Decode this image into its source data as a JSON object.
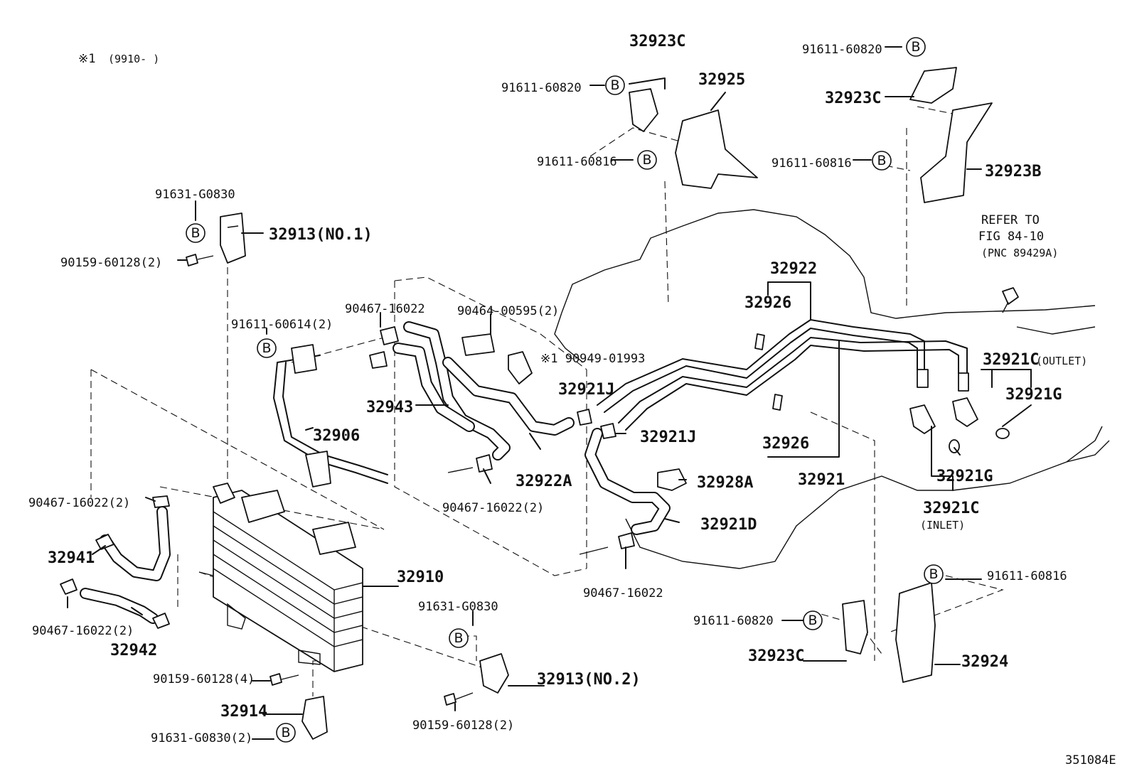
{
  "note": {
    "marker": "※1",
    "text": "(9910-      )"
  },
  "figure_id": "351084E",
  "bolt_marker": "B",
  "refer_note": {
    "line1": "REFER TO",
    "line2": "FIG 84-10",
    "line3": "(PNC 89429A)"
  },
  "labels": {
    "p91611_60820_top": "91611-60820",
    "p91611_60820_tr": "91611-60820",
    "p91611_60816_top": "91611-60816",
    "p91611_60816_tr": "91611-60816",
    "p32923C_top": "32923C",
    "p32925": "32925",
    "p32923C_tr": "32923C",
    "p32923B": "32923B",
    "p91631_G0830_tl": "91631-G0830",
    "p32913_no1": "32913(NO.1)",
    "p90159_60128_2_tl": "90159-60128(2)",
    "p91611_60614_2": "91611-60614(2)",
    "p90467_16022_mid": "90467-16022",
    "p90464_00595_2": "90464-00595(2)",
    "p90949_01993": "※1 90949-01993",
    "p32922": "32922",
    "p32926_a": "32926",
    "p32926_b": "32926",
    "p32921": "32921",
    "p32921C_outlet": "32921C",
    "outlet": "(OUTLET)",
    "p32921G_a": "32921G",
    "p32921G_b": "32921G",
    "p32921C_inlet": "32921C",
    "inlet": "(INLET)",
    "p32921J_a": "32921J",
    "p32921J_b": "32921J",
    "p32943": "32943",
    "p32906": "32906",
    "p32922A": "32922A",
    "p90467_16022_2_mid": "90467-16022(2)",
    "p32928A": "32928A",
    "p32921D": "32921D",
    "p90467_16022_bot": "90467-16022",
    "p90467_16022_2_left": "90467-16022(2)",
    "p32941": "32941",
    "p32910": "32910",
    "p90467_16022_2_lb": "90467-16022(2)",
    "p32942": "32942",
    "p91631_G0830_mid": "91631-G0830",
    "p32913_no2": "32913(NO.2)",
    "p90159_60128_4": "90159-60128(4)",
    "p32914": "32914",
    "p90159_60128_2_bot": "90159-60128(2)",
    "p91631_G0830_2": "91631-G0830(2)",
    "p91611_60816_br": "91611-60816",
    "p91611_60820_br": "91611-60820",
    "p32923C_br": "32923C",
    "p32924": "32924"
  }
}
